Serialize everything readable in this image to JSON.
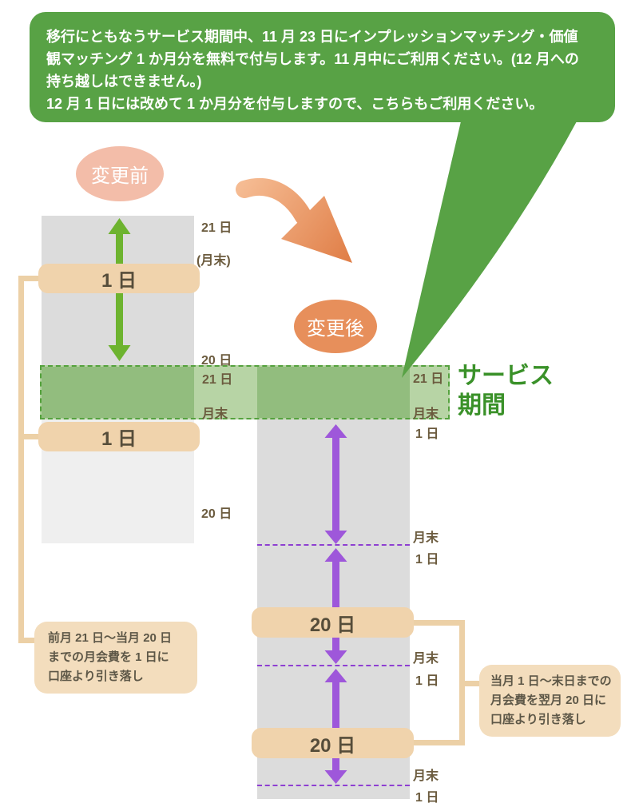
{
  "callout": {
    "line1": "移行にともなうサービス期間中、11 月 23 日にインプレッションマッチング・価値",
    "line2": "観マッチング 1 か月分を無料で付与します。11 月中にご利用ください。(12 月への",
    "line3": "持ち越しはできません。)",
    "line4": "12 月 1 日には改めて 1 か月分を付与しますので、こちらもご利用ください。"
  },
  "badges": {
    "before": "変更前",
    "after": "変更後"
  },
  "service_period": {
    "line1": "サービス",
    "line2": "期間"
  },
  "left_timeline": {
    "label_day21": "21 日",
    "label_month_end_paren": "(月末)",
    "label_day20_top": "20 日",
    "label_day20_bottom": "20 日",
    "pay_box1": "1 日",
    "pay_box2": "1 日",
    "band_label_day21": "21 日",
    "band_label_month_end": "月末",
    "note": {
      "line1": "前月 21 日〜当月 20 日",
      "line2": "までの月会費を 1 日に",
      "line3": "口座より引き落し"
    }
  },
  "right_timeline": {
    "band_label_day21": "21 日",
    "band_label_month_end": "月末",
    "band_label_day1": "1 日",
    "cycle1_month_end": "月末",
    "cycle1_day1": "1 日",
    "cycle2_month_end": "月末",
    "cycle2_day1": "1 日",
    "cycle3_month_end": "月末",
    "cycle3_day1": "1 日",
    "pay_box1": "20 日",
    "pay_box2": "20 日",
    "note": {
      "line1": "当月 1 日〜末日までの",
      "line2": "月会費を翌月 20 日に",
      "line3": "口座より引き落し"
    }
  },
  "colors": {
    "callout_green": "#58a245",
    "title_green": "#3a9129",
    "band_light": "#b7d4a5",
    "band_dark": "#92bd7e",
    "band_border": "#55a23e",
    "gray_month": "#dcdcdc",
    "gray_month_light": "#efefef",
    "payday_beige": "#f0d3ac",
    "note_beige": "#f3ddbd",
    "connector_beige": "#ecd0a6",
    "purple_arrow": "#9e57da",
    "purple_dash": "#8e3fd1",
    "green_arrow": "#6db32f",
    "badge_before_pink": "#f3bda9",
    "badge_after_orange": "#e78f5b",
    "label_brown": "#6b5b3e"
  }
}
